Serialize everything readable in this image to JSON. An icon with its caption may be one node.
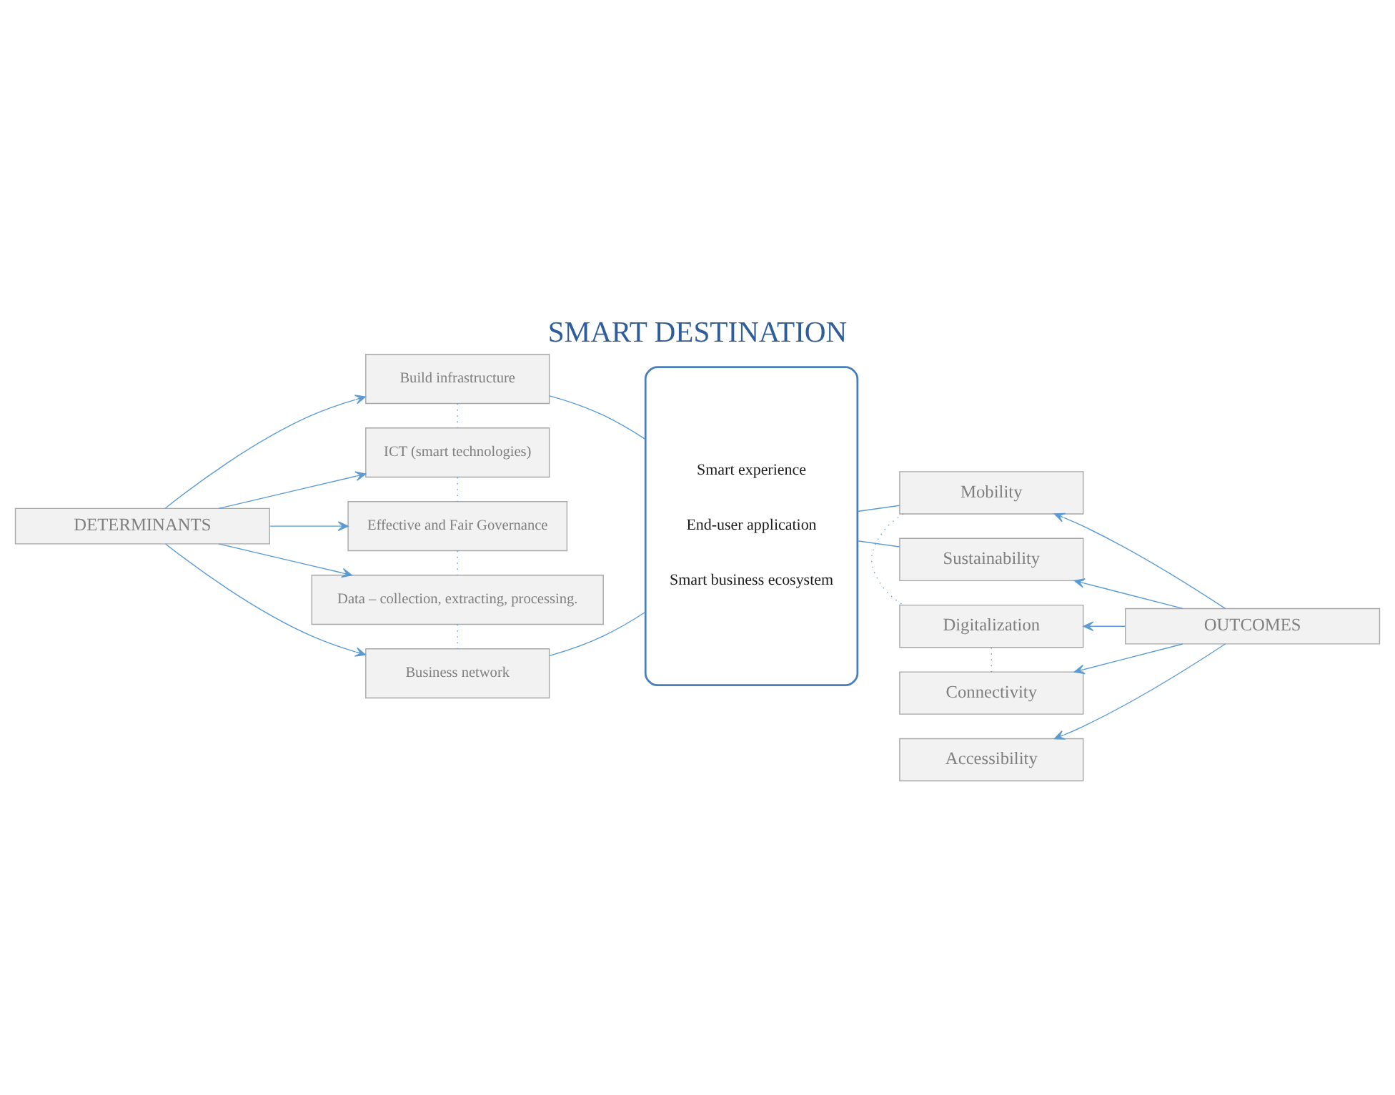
{
  "diagram": {
    "title": "SMART DESTINATION",
    "nodes": [
      {
        "text": [
          "DETERMINANTS"
        ]
      },
      {
        "text": [
          "OUTCOMES"
        ]
      },
      {
        "text": [
          "Build infrastructure"
        ]
      },
      {
        "text": [
          "ICT (smart technologies)"
        ]
      },
      {
        "text": [
          "Effective and Fair Governance"
        ]
      },
      {
        "text": [
          "Data – collection, extracting, processing."
        ]
      },
      {
        "text": [
          "Business network"
        ]
      },
      {
        "text": [
          "Smart experience",
          "End-user application",
          "Smart business ecosystem"
        ]
      },
      {
        "text": [
          "Mobility"
        ]
      },
      {
        "text": [
          "Digitalization"
        ]
      },
      {
        "text": [
          "Connectivity"
        ]
      },
      {
        "text": [
          "Accessibility"
        ]
      },
      {
        "text": [
          "Sustainability"
        ]
      }
    ],
    "edges": [
      {
        "from": 0,
        "to": 2,
        "arrow": "to"
      },
      {
        "from": 0,
        "to": 3,
        "arrow": "to"
      },
      {
        "from": 0,
        "to": 4,
        "arrow": "to"
      },
      {
        "from": 0,
        "to": 5,
        "arrow": "to"
      },
      {
        "from": 0,
        "to": 6,
        "arrow": "to"
      },
      {
        "from": 1,
        "to": 8,
        "arrow": "to"
      },
      {
        "from": 1,
        "to": 9,
        "arrow": "to"
      },
      {
        "from": 1,
        "to": 10,
        "arrow": "to"
      },
      {
        "from": 1,
        "to": 11,
        "arrow": "to"
      },
      {
        "from": 1,
        "to": 12,
        "arrow": "to"
      },
      {
        "from": 2,
        "to": 3,
        "arrow": "none",
        "style": "dashed"
      },
      {
        "from": 3,
        "to": 4,
        "arrow": "none",
        "style": "dashed"
      },
      {
        "from": 4,
        "to": 5,
        "arrow": "none",
        "style": "dashed"
      },
      {
        "from": 5,
        "to": 6,
        "arrow": "none",
        "style": "dashed"
      },
      {
        "from": 8,
        "to": 9,
        "arrow": "none",
        "style": "dashed"
      },
      {
        "from": 9,
        "to": 10,
        "arrow": "none",
        "style": "dashed"
      },
      {
        "from": 2,
        "to": 7,
        "arrow": "none"
      },
      {
        "from": 6,
        "to": 7,
        "arrow": "none"
      },
      {
        "from": 7,
        "to": 8,
        "arrow": "none"
      },
      {
        "from": 7,
        "to": 12,
        "arrow": "none"
      }
    ]
  }
}
